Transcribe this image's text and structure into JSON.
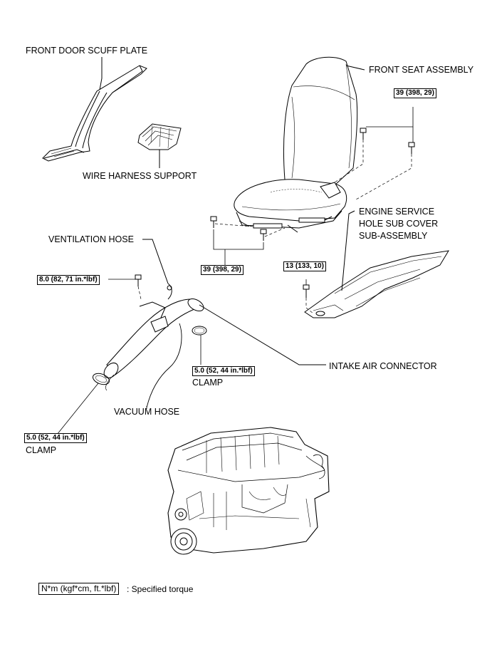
{
  "labels": {
    "front_door_scuff_plate": "FRONT DOOR SCUFF PLATE",
    "wire_harness_support": "WIRE HARNESS SUPPORT",
    "front_seat_assembly": "FRONT SEAT ASSEMBLY",
    "engine_service_cover": [
      "ENGINE SERVICE",
      "HOLE SUB COVER",
      "SUB-ASSEMBLY"
    ],
    "ventilation_hose": "VENTILATION HOSE",
    "intake_air_connector": "INTAKE AIR CONNECTOR",
    "clamp_right": "CLAMP",
    "vacuum_hose": "VACUUM HOSE",
    "clamp_left": "CLAMP"
  },
  "torques": {
    "seat_upper": "39 (398, 29)",
    "seat_lower": "39 (398, 29)",
    "cover": "13 (133, 10)",
    "connector_bolt": "8.0 (82, 71 in.*lbf)",
    "clamp_right": "5.0 (52, 44 in.*lbf)",
    "clamp_left": "5.0 (52, 44 in.*lbf)"
  },
  "legend": {
    "unit_box": "N*m (kgf*cm, ft.*lbf)",
    "description": ": Specified torque"
  },
  "icons": [
    "scuff-plate-drawing",
    "wire-harness-support-drawing",
    "seat-drawing",
    "cover-drawing",
    "intake-connector-drawing",
    "engine-drawing",
    "bolt-icon",
    "clamp-icon"
  ]
}
